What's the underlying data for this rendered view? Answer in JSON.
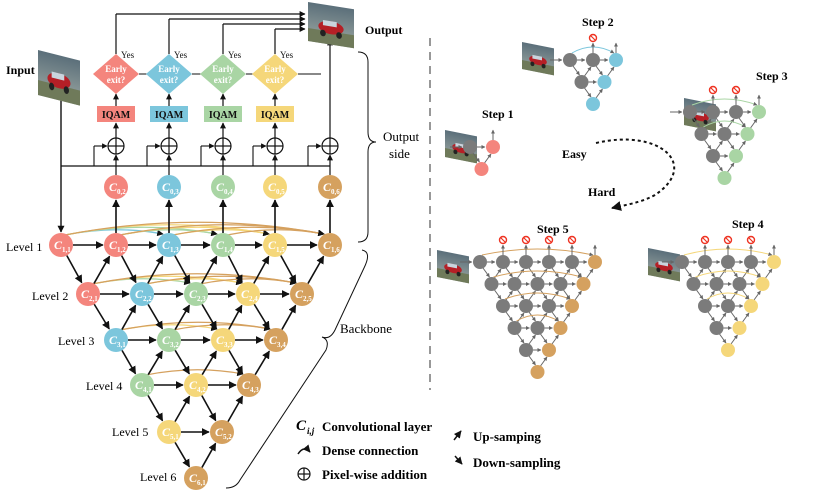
{
  "labels": {
    "input": "Input",
    "output": "Output",
    "output_side_1": "Output",
    "output_side_2": "side",
    "backbone": "Backbone",
    "yes": "Yes",
    "early_exit_1": "Early",
    "early_exit_2": "exit?",
    "iqam": "IQAM",
    "easy": "Easy",
    "hard": "Hard"
  },
  "levels": [
    "Level 1",
    "Level 2",
    "Level 3",
    "Level 4",
    "Level 5",
    "Level 6"
  ],
  "nodes": [
    {
      "id": "1,1",
      "sub": "1,1",
      "c": "red"
    },
    {
      "id": "1,2",
      "sub": "1,2",
      "c": "red"
    },
    {
      "id": "1,3",
      "sub": "1,3",
      "c": "blue"
    },
    {
      "id": "1,4",
      "sub": "1,4",
      "c": "green"
    },
    {
      "id": "1,5",
      "sub": "1,5",
      "c": "yellow"
    },
    {
      "id": "1,6",
      "sub": "1,6",
      "c": "brown"
    },
    {
      "id": "2,1",
      "sub": "2,1",
      "c": "red"
    },
    {
      "id": "2,2",
      "sub": "2,2",
      "c": "blue"
    },
    {
      "id": "2,3",
      "sub": "2,3",
      "c": "green"
    },
    {
      "id": "2,4",
      "sub": "2,4",
      "c": "yellow"
    },
    {
      "id": "2,5",
      "sub": "2,5",
      "c": "brown"
    },
    {
      "id": "3,1",
      "sub": "3,1",
      "c": "blue"
    },
    {
      "id": "3,2",
      "sub": "3,2",
      "c": "green"
    },
    {
      "id": "3,3",
      "sub": "3,3",
      "c": "yellow"
    },
    {
      "id": "3,4",
      "sub": "3,4",
      "c": "brown"
    },
    {
      "id": "4,1",
      "sub": "4,1",
      "c": "green"
    },
    {
      "id": "4,2",
      "sub": "4,2",
      "c": "yellow"
    },
    {
      "id": "4,3",
      "sub": "4,3",
      "c": "brown"
    },
    {
      "id": "5,1",
      "sub": "5,1",
      "c": "yellow"
    },
    {
      "id": "5,2",
      "sub": "5,2",
      "c": "brown"
    },
    {
      "id": "6,1",
      "sub": "6,1",
      "c": "brown"
    },
    {
      "id": "0,2",
      "sub": "0,2",
      "c": "red"
    },
    {
      "id": "0,3",
      "sub": "0,3",
      "c": "blue"
    },
    {
      "id": "0,4",
      "sub": "0,4",
      "c": "green"
    },
    {
      "id": "0,5",
      "sub": "0,5",
      "c": "yellow"
    },
    {
      "id": "0,6",
      "sub": "0,6",
      "c": "brown"
    }
  ],
  "steps": [
    "Step 1",
    "Step 2",
    "Step 3",
    "Step 4",
    "Step 5"
  ],
  "legend": {
    "conv_symbol": "C",
    "conv_sub": "i,j",
    "conv": "Convolutional layer",
    "dense": "Dense connection",
    "add": "Pixel-wise addition",
    "up": "Up-samping",
    "down": "Down-sampling"
  },
  "colors": {
    "red": "#f4857d",
    "blue": "#7cc6dc",
    "green": "#a9d5a4",
    "yellow": "#f5d77a",
    "brown": "#d5a15f",
    "gray": "#7b7b7b",
    "iqam_red": "#f4857d",
    "iqam_blue": "#7cc6dc",
    "iqam_green": "#a9d5a4",
    "iqam_yellow": "#f5d77a"
  }
}
